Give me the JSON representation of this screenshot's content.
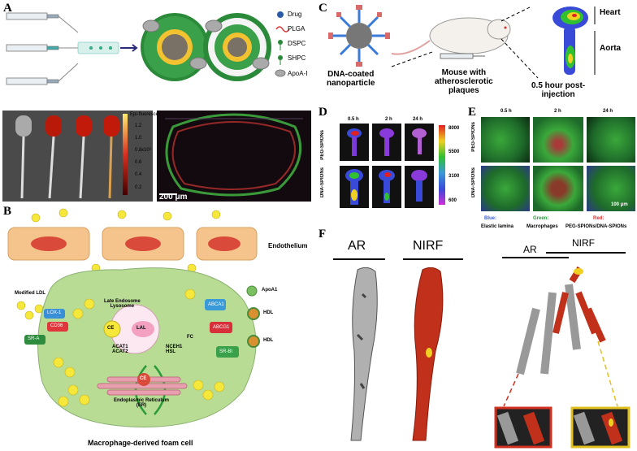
{
  "panels": {
    "a": {
      "letter": "A",
      "legend": [
        "Drug",
        "PLGA",
        "DSPC",
        "SHPC",
        "ApoA-I"
      ],
      "scalebar": "200 μm",
      "colorbar_title": "Epi-fluorescence",
      "colorbar_ticks": [
        "1.2",
        "1.0",
        "0.8",
        "0.6",
        "0.4",
        "0.2"
      ],
      "colorbar_unit": "x10⁹"
    },
    "b": {
      "letter": "B",
      "endothelium": "Endothelium",
      "modified_ldl": "Modified LDL",
      "receptors": [
        "LOX-1",
        "CD36",
        "SR-A"
      ],
      "late_endosome": "Late Endosome\nLysosome",
      "ce": "CE",
      "lal": "LAL",
      "fc": "FC",
      "acat": "ACAT1\nACAT2",
      "nceh": "NCEH1\nHSL",
      "er": "Endoplasmic Reticulum\n(ER)",
      "transporters": [
        "ABCA1",
        "ABCG1",
        "SR-BI"
      ],
      "outputs": [
        "ApoA1",
        "HDL",
        "HDL"
      ],
      "caption": "Macrophage-derived foam cell"
    },
    "c": {
      "letter": "C",
      "nanoparticle": "DNA-coated\nnanoparticle",
      "mouse": "Mouse with\natherosclerotic\nplaques",
      "time": "0.5 hour post-\ninjection",
      "heart": "Heart",
      "aorta": "Aorta"
    },
    "d": {
      "letter": "D",
      "times": [
        "0.5 h",
        "2 h",
        "24 h"
      ],
      "rows": [
        "PEG-SPIONs",
        "DNA-SPIONs"
      ],
      "scale_ticks": [
        "8000",
        "5500",
        "3100",
        "600"
      ]
    },
    "e": {
      "letter": "E",
      "times": [
        "0.5 h",
        "2 h",
        "24 h"
      ],
      "rows": [
        "PEG-SPIONs",
        "DNA-SPIONs"
      ],
      "scalebar": "100 μm",
      "legend_blue": "Blue:",
      "legend_blue_desc": "Elastic lamina",
      "legend_green": "Green:",
      "legend_green_desc": "Macrophages",
      "legend_red": "Red:",
      "legend_red_desc": "PEG-SPIONs/DNA-SPIONs"
    },
    "f": {
      "letter": "F",
      "ar": "AR",
      "nirf": "NIRF",
      "ar2": "AR",
      "nirf2": "NIRF"
    }
  },
  "colors": {
    "endothelium": "#f4c48c",
    "cell": "#b8dc94",
    "nucleus": "#d94a3a",
    "green_panel": "#2e9e3e",
    "lox1": "#3a8fd8",
    "cd36": "#e0353a",
    "sra": "#2e8c3e",
    "abca1": "#3a9ad8",
    "abcg1": "#d8303a",
    "srb1": "#3aa04a"
  }
}
